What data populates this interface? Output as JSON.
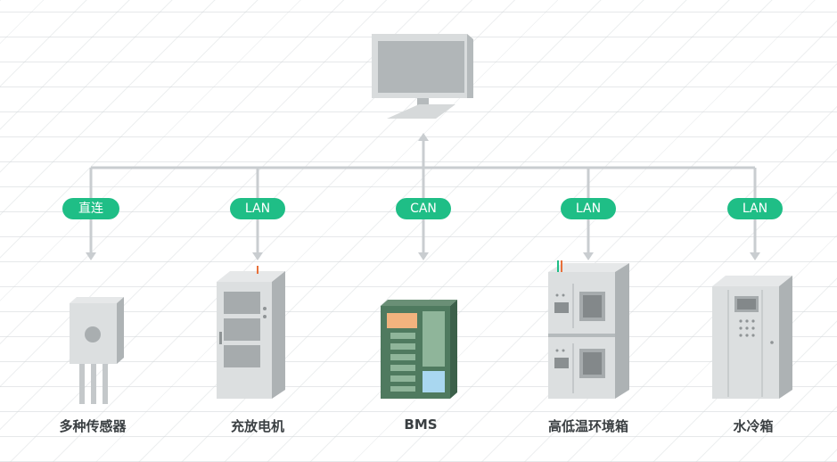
{
  "colors": {
    "badge": "#1fbe86",
    "line": "#c9cdd0",
    "device_light": "#dfe2e3",
    "device_mid": "#c8cccd",
    "device_dark": "#a9aeb0",
    "bms_panel": "#4f7a5f",
    "bms_orange": "#f2b37e",
    "bms_blue": "#a9d7f0"
  },
  "computer": {
    "icon": "monitor-icon"
  },
  "branches": [
    {
      "badge": "直连",
      "label": "多种传感器",
      "icon": "sensor-icon"
    },
    {
      "badge": "LAN",
      "label": "充放电机",
      "icon": "charger-cabinet-icon"
    },
    {
      "badge": "CAN",
      "label": "BMS",
      "icon": "bms-board-icon"
    },
    {
      "badge": "LAN",
      "label": "高低温环境箱",
      "icon": "environment-chamber-icon"
    },
    {
      "badge": "LAN",
      "label": "水冷箱",
      "icon": "water-cooler-icon"
    }
  ]
}
